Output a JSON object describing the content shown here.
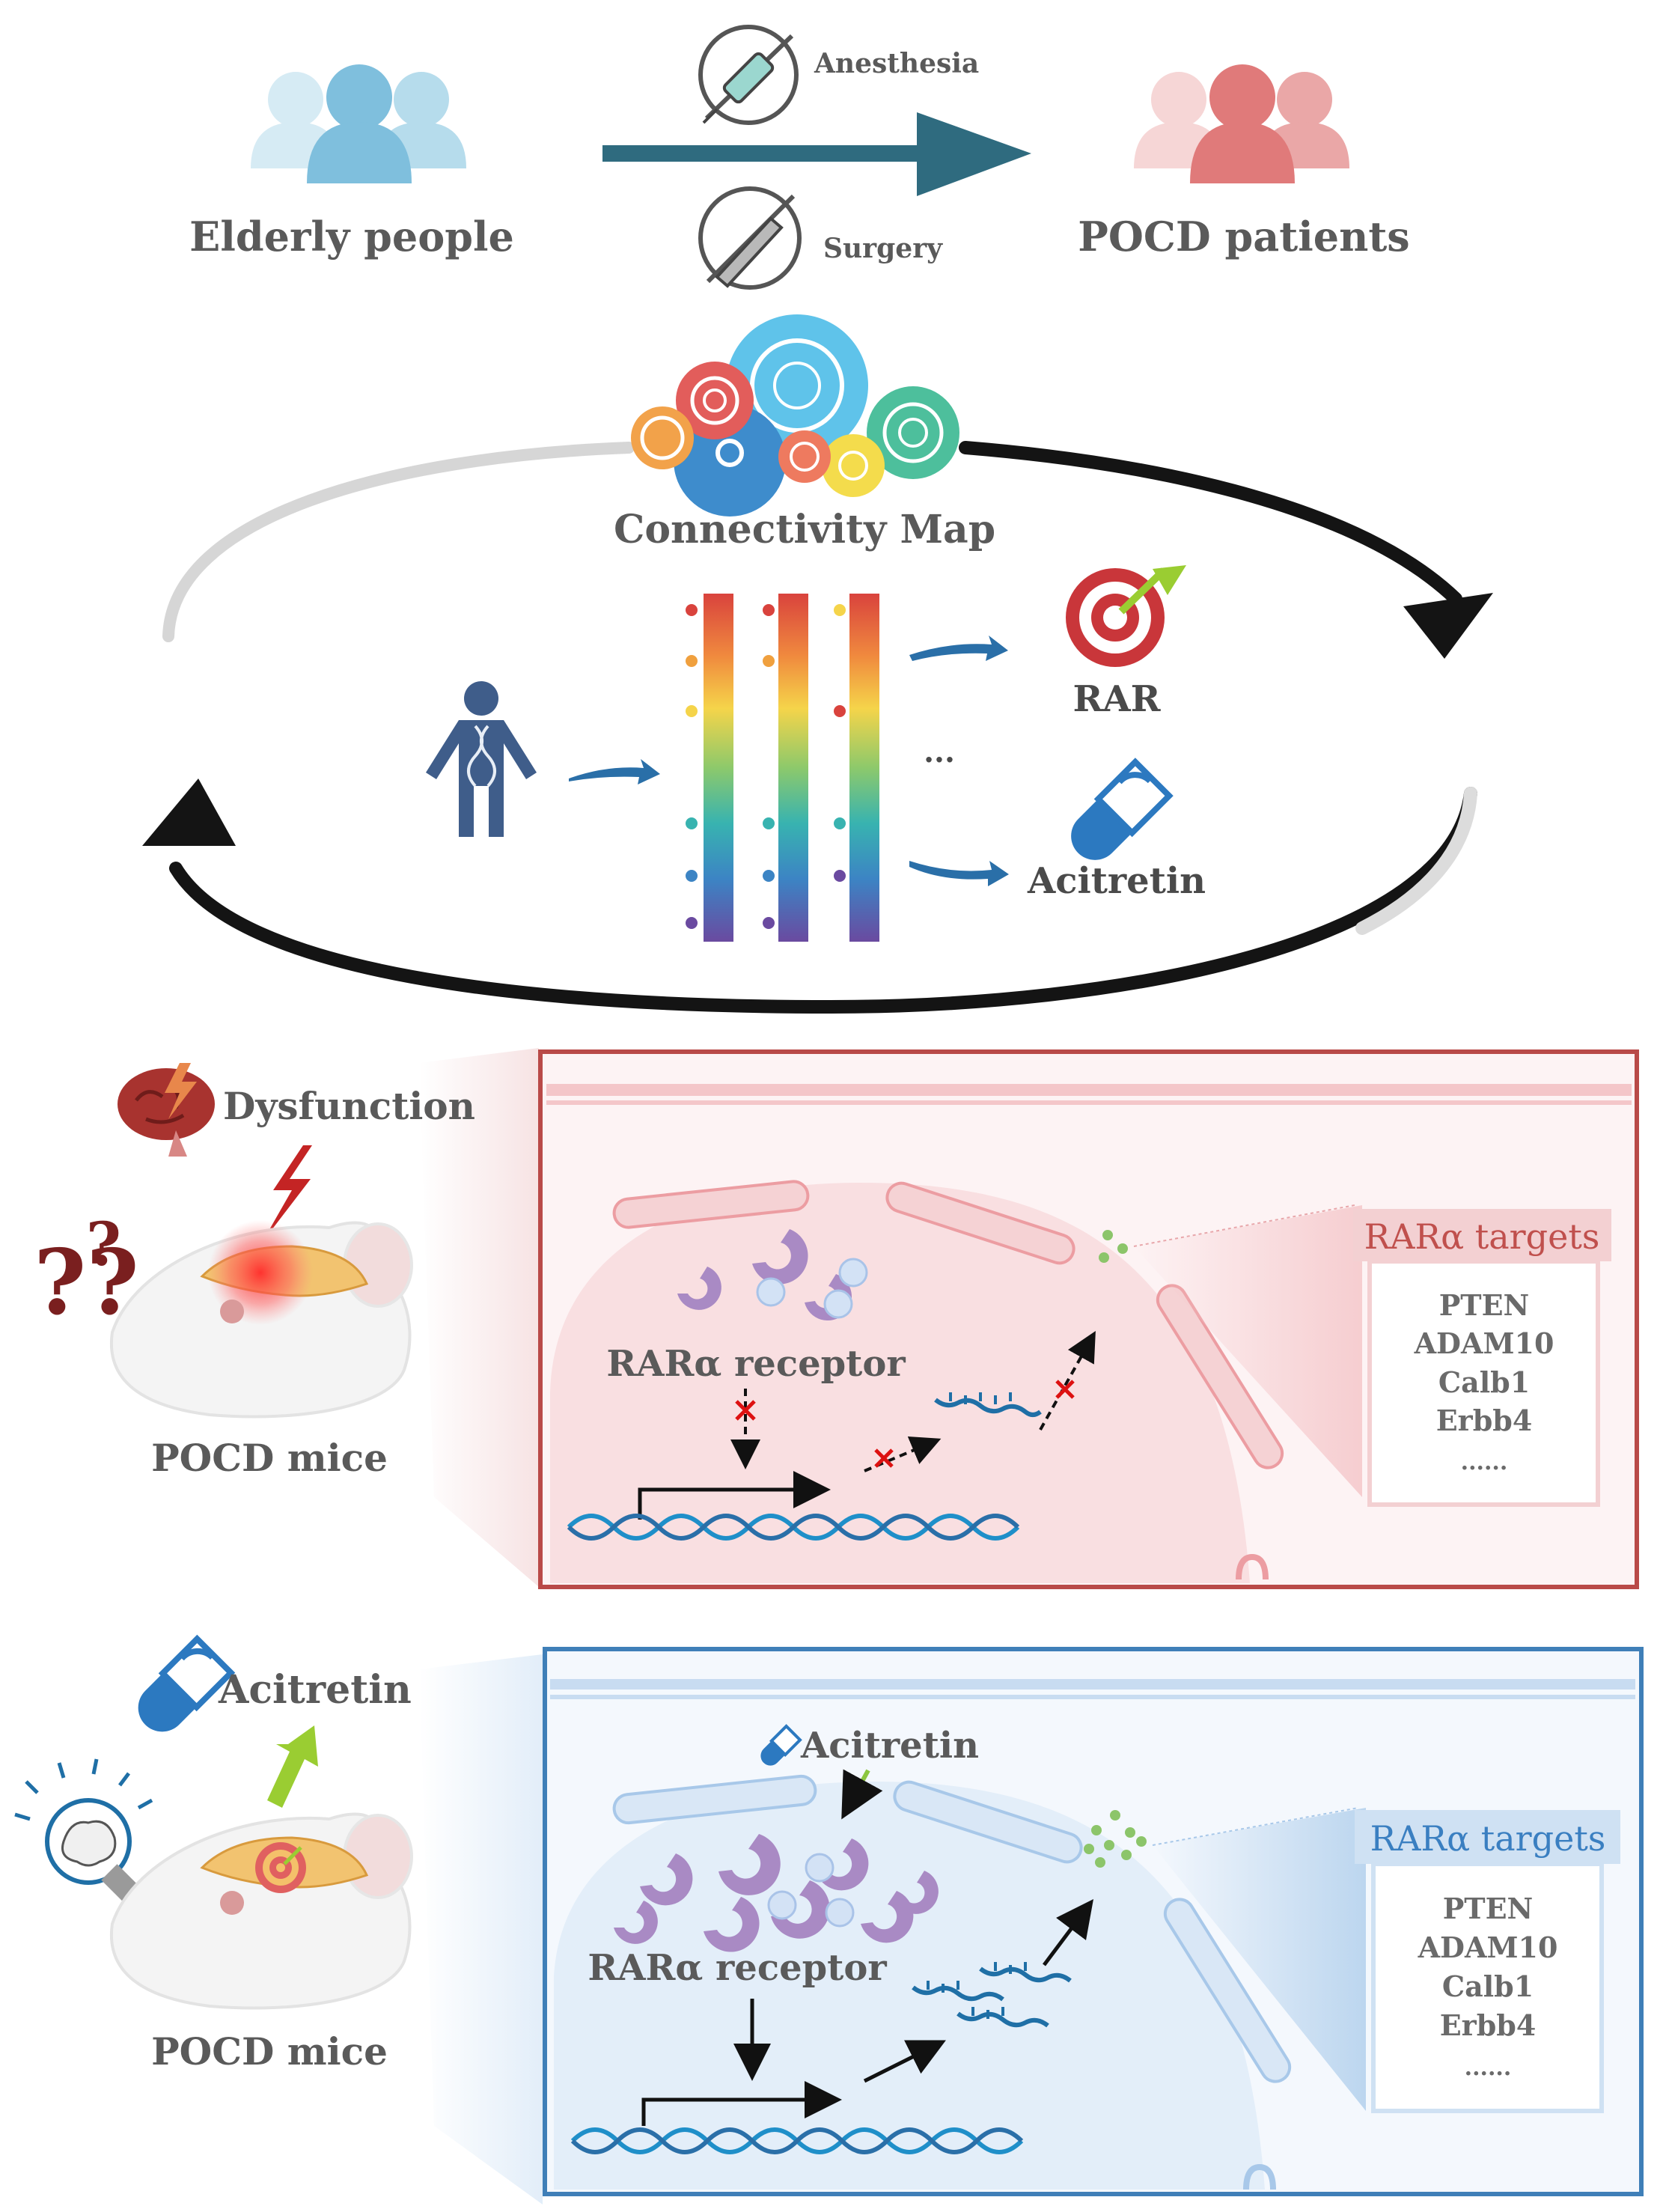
{
  "top": {
    "left_group": "Elderly people",
    "right_group": "POCD patients",
    "step_upper": "Anesthesia",
    "step_lower": "Surgery"
  },
  "middle": {
    "map_title": "Connectivity Map",
    "ellipsis": "...",
    "target_label": "RAR",
    "drug_label": "Acitretin"
  },
  "panel_disease": {
    "mouse_status": "Dysfunction",
    "mouse_label": "POCD mice",
    "receptor_label": "RARα receptor",
    "targets_title": "RARα targets",
    "targets": [
      "PTEN",
      "ADAM10",
      "Calb1",
      "Erbb4",
      "......"
    ]
  },
  "panel_treated": {
    "drug_label": "Acitretin",
    "mouse_label": "POCD mice",
    "inner_drug_label": "Acitretin",
    "receptor_label": "RARα receptor",
    "targets_title": "RARα targets",
    "targets": [
      "PTEN",
      "ADAM10",
      "Calb1",
      "Erbb4",
      "......"
    ]
  },
  "colors": {
    "elderly": "#7fbfdd",
    "patients": "#e07a7a",
    "arrow_teal": "#2f6b7f",
    "disease_border": "#b94a48",
    "disease_fill": "#fbe9ea",
    "treated_border": "#3f7fb8",
    "treated_fill": "#e8f1fa",
    "receptor": "#a98ac4"
  }
}
